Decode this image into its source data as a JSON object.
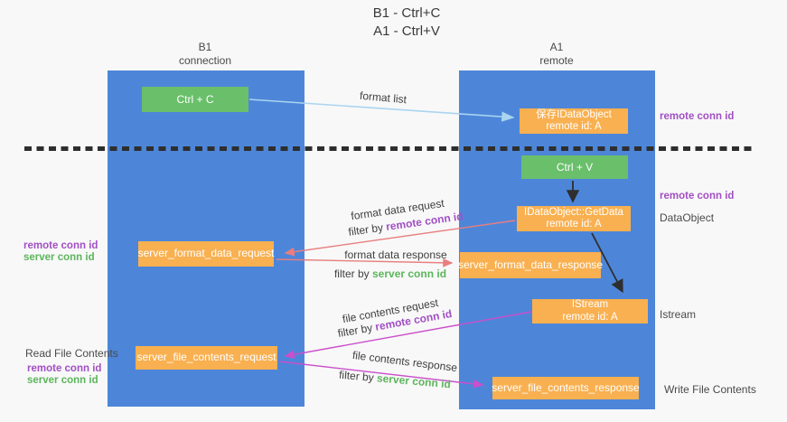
{
  "title": {
    "line1": "B1 - Ctrl+C",
    "line2": "A1 - Ctrl+V"
  },
  "columns": {
    "left": {
      "name": "B1",
      "subtitle": "connection"
    },
    "right": {
      "name": "A1",
      "subtitle": "remote"
    }
  },
  "nodes": {
    "ctrl_c": {
      "label": "Ctrl + C"
    },
    "ctrl_v": {
      "label": "Ctrl + V"
    },
    "save_dataobject": {
      "line1": "保存IDataObject",
      "line2": "remote id: A"
    },
    "getdata": {
      "line1": "IDataObject::GetData",
      "line2": "remote id: A"
    },
    "istream": {
      "line1": "IStream",
      "line2": "remote id: A"
    },
    "server_format_data_request": {
      "label": "server_format_data_request"
    },
    "server_format_data_response": {
      "label": "server_format_data_response"
    },
    "server_file_contents_request": {
      "label": "server_file_contents_request"
    },
    "server_file_contents_response": {
      "label": "server_file_contents_response"
    }
  },
  "arrow_labels": {
    "format_list": "format list",
    "format_data_request": "format data request",
    "format_data_response": "format data response",
    "file_contents_request": "file contents request",
    "file_contents_response": "file contents response",
    "filter_by": "filter by",
    "remote_conn_id": "remote conn id",
    "server_conn_id": "server conn id"
  },
  "side_labels": {
    "remote_conn_id_top": "remote conn id",
    "remote_conn_id_mid": "remote conn id",
    "dataobject": "DataObject",
    "istream": "Istream",
    "write_file_contents": "Write File Contents",
    "read_file_contents": "Read File Contents",
    "left_remote_conn_id_1": "remote conn id",
    "left_server_conn_id_1": "server conn id",
    "left_remote_conn_id_2": "remote conn id",
    "left_server_conn_id_2": "server conn id"
  },
  "colors": {
    "column-blue": "#4d86d9",
    "box-green": "#6abf6b",
    "box-orange": "#f9b050",
    "arrow-lightblue": "#aad4f0",
    "arrow-salmon": "#e87e7e",
    "arrow-magenta": "#cb4fcb",
    "arrow-black": "#2e2e2e",
    "remote-id-purple": "#a14fc4",
    "server-id-green": "#5cb55c",
    "text-dark": "#414141",
    "background": "#f8f8f8"
  }
}
